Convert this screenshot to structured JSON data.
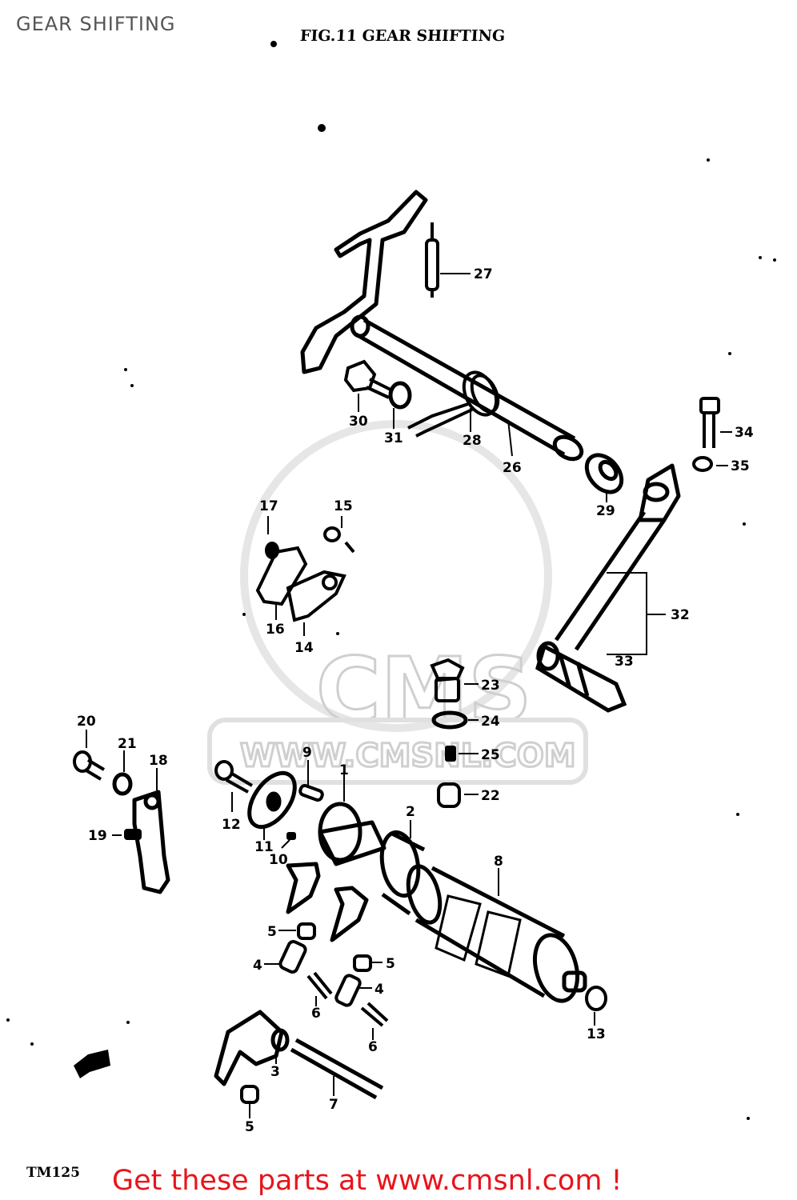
{
  "header": {
    "title": "GEAR SHIFTING"
  },
  "figure": {
    "title": "FIG.11  GEAR SHIFTING",
    "model_code": "TM125"
  },
  "watermark": {
    "logo_text": "CMS",
    "url_text": "WWW.CMSNL.COM"
  },
  "footer": {
    "promo": "Get these parts at www.cmsnl.com !"
  },
  "callouts": {
    "n1": "1",
    "n2": "2",
    "n3": "3",
    "n4a": "4",
    "n4b": "4",
    "n5a": "5",
    "n5b": "5",
    "n5c": "5",
    "n6a": "6",
    "n6b": "6",
    "n7": "7",
    "n8": "8",
    "n9": "9",
    "n10": "10",
    "n11": "11",
    "n12": "12",
    "n13": "13",
    "n14": "14",
    "n15": "15",
    "n16": "16",
    "n17": "17",
    "n18": "18",
    "n19": "19",
    "n20": "20",
    "n21": "21",
    "n22": "22",
    "n23": "23",
    "n24": "24",
    "n25": "25",
    "n26": "26",
    "n27": "27",
    "n28": "28",
    "n29": "29",
    "n30": "30",
    "n31": "31",
    "n32": "32",
    "n33": "33",
    "n34": "34",
    "n35": "35"
  },
  "colors": {
    "ink": "#000000",
    "promo": "#e8141c",
    "watermark": "#cfcfcf",
    "header_text": "#555555"
  }
}
